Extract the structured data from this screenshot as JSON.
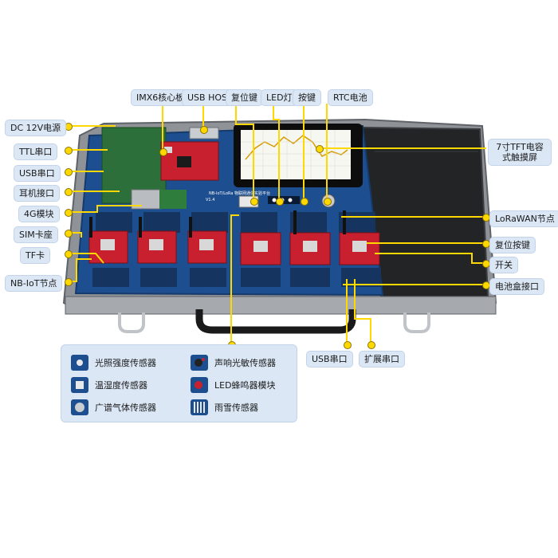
{
  "top_labels": {
    "imx6": "IMX6核心板",
    "usb_host": "USB HOST",
    "reset_key": "复位键",
    "led": "LED灯",
    "key": "按键",
    "rtc": "RTC电池"
  },
  "left_labels": {
    "dc": "DC 12V电源",
    "ttl": "TTL串口",
    "usb_serial": "USB串口",
    "earphone": "耳机接口",
    "lte": "4G模块",
    "sim": "SIM卡座",
    "tf": "TF卡",
    "nbiot": "NB-IoT节点"
  },
  "right_labels": {
    "tft_line1": "7寸TFT电容",
    "tft_line2": "式触摸屏",
    "lorawan": "LoRaWAN节点",
    "reset_btn": "复位按键",
    "switch": "开关",
    "battery": "电池盒接口"
  },
  "bottom_labels": {
    "usb_serial": "USB串口",
    "ext_serial": "扩展串口"
  },
  "board_text": {
    "title": "NB-IoT/LoRa 物联网通信实验平台",
    "version": "V1.4"
  },
  "legend": [
    {
      "label": "光照强度传感器",
      "icon": "light-sensor-icon"
    },
    {
      "label": "声响光敏传感器",
      "icon": "sound-light-sensor-icon"
    },
    {
      "label": "温湿度传感器",
      "icon": "temp-humidity-sensor-icon"
    },
    {
      "label": "LED蜂鸣器模块",
      "icon": "led-buzzer-module-icon"
    },
    {
      "label": "广谱气体传感器",
      "icon": "gas-sensor-icon"
    },
    {
      "label": "雨雪传感器",
      "icon": "rain-snow-sensor-icon"
    }
  ],
  "colors": {
    "label_bg": "#dbe7f5",
    "leader": "#ffd800",
    "board": "#1d4e8f",
    "module": "#c8202f",
    "case": "#b0b3b8"
  }
}
